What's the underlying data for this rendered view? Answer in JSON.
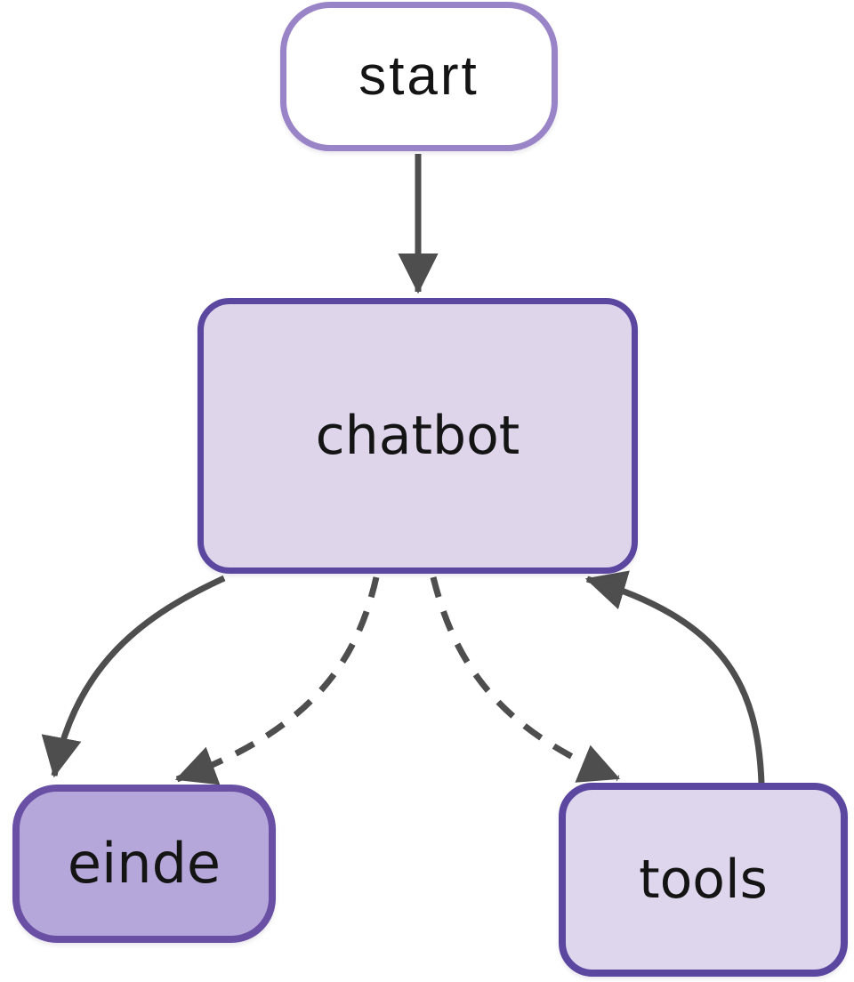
{
  "diagram": {
    "type": "flowchart",
    "nodes": [
      {
        "id": "start",
        "label": "start",
        "shape": "stadium",
        "fill": "#ffffff",
        "border": "#9a84c8"
      },
      {
        "id": "chatbot",
        "label": "chatbot",
        "shape": "rounded-rect",
        "fill": "#ded5eb",
        "border": "#5b479f"
      },
      {
        "id": "einde",
        "label": "einde",
        "shape": "stadium",
        "fill": "#b5a7d9",
        "border": "#6950a5"
      },
      {
        "id": "tools",
        "label": "tools",
        "shape": "rounded-rect",
        "fill": "#ded6ec",
        "border": "#5b479f"
      }
    ],
    "edges": [
      {
        "from": "start",
        "to": "chatbot",
        "style": "solid",
        "direction": "down"
      },
      {
        "from": "chatbot",
        "to": "einde",
        "style": "solid",
        "direction": "down-left"
      },
      {
        "from": "chatbot",
        "to": "einde",
        "style": "dashed",
        "direction": "down-left"
      },
      {
        "from": "chatbot",
        "to": "tools",
        "style": "dashed",
        "direction": "down-right"
      },
      {
        "from": "tools",
        "to": "chatbot",
        "style": "solid",
        "direction": "up-left"
      }
    ]
  },
  "colors": {
    "background": "#ffffff",
    "edge": "#4e4e4e",
    "text": "#141414",
    "start-fill": "#ffffff",
    "start-border": "#9a84c8",
    "chatbot-fill": "#ded5eb",
    "chatbot-border": "#5b479f",
    "einde-fill": "#b5a7d9",
    "einde-border": "#6950a5",
    "tools-fill": "#ded6ec",
    "tools-border": "#5b479f"
  }
}
